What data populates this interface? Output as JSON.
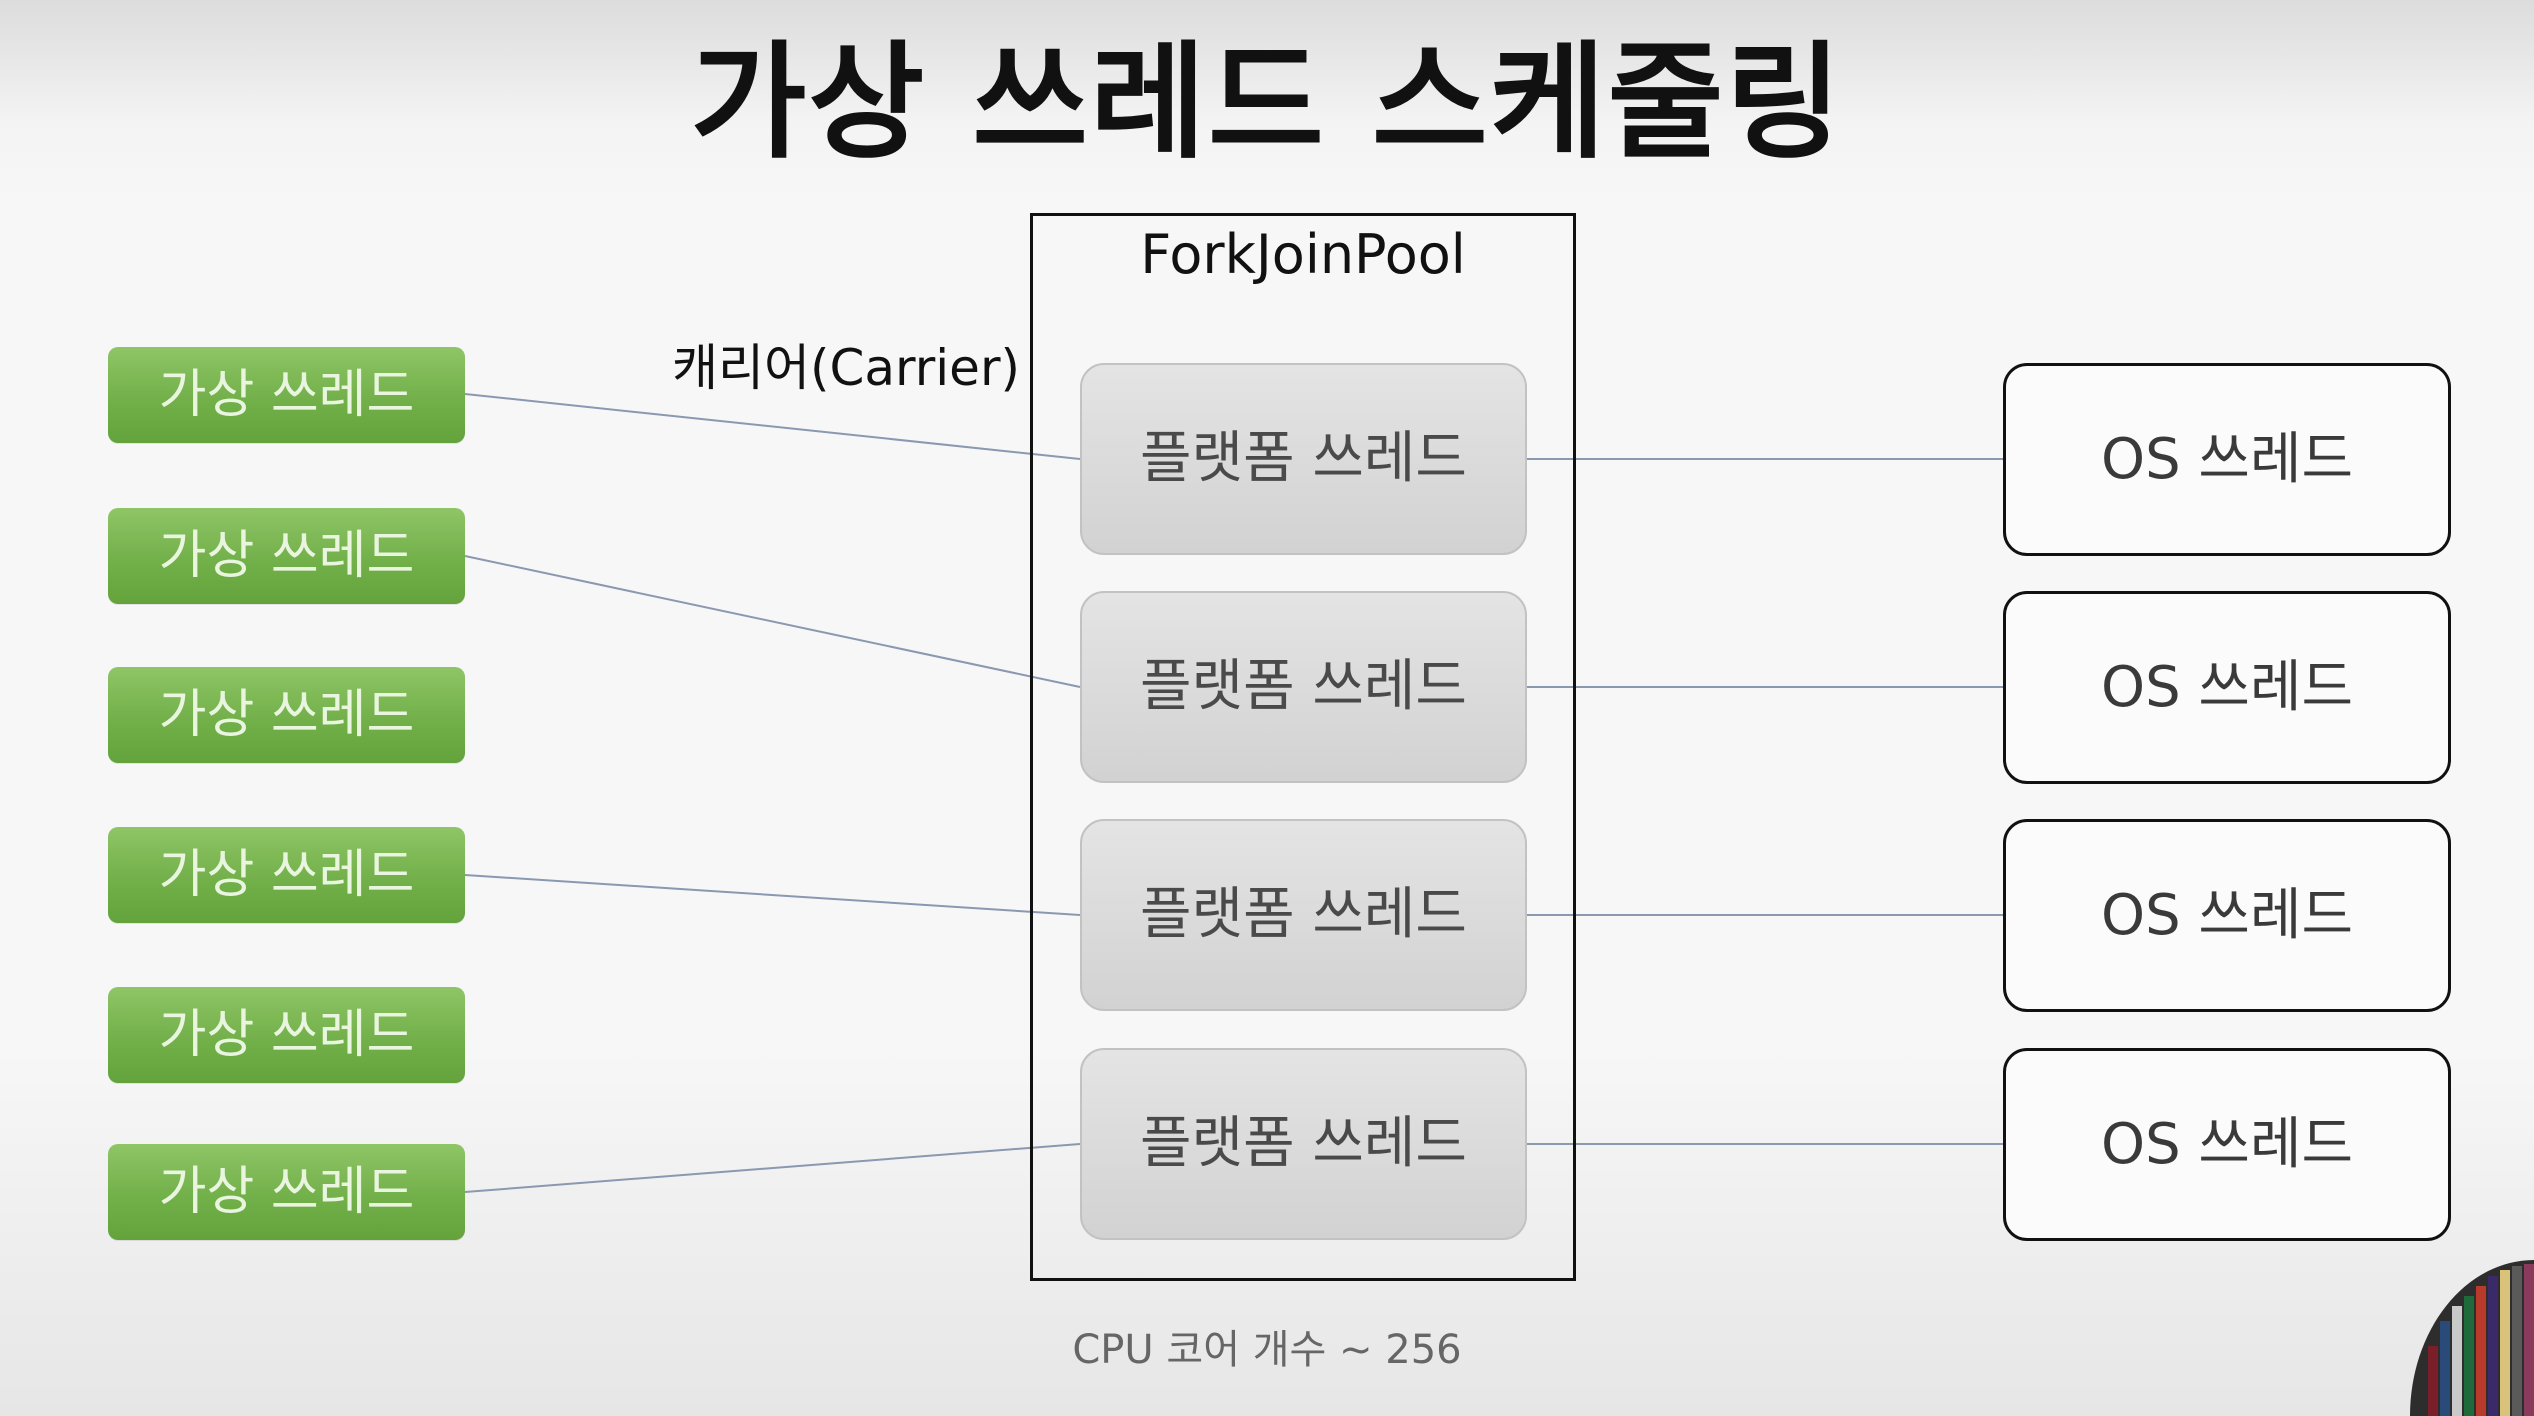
{
  "title": "가상 쓰레드 스케줄링",
  "fork_join_pool_label": "ForkJoinPool",
  "carrier_label": "캐리어(Carrier)",
  "virtual_threads": [
    "가상 쓰레드",
    "가상 쓰레드",
    "가상 쓰레드",
    "가상 쓰레드",
    "가상 쓰레드",
    "가상 쓰레드"
  ],
  "platform_threads": [
    "플랫폼 쓰레드",
    "플랫폼 쓰레드",
    "플랫폼 쓰레드",
    "플랫폼 쓰레드"
  ],
  "os_threads": [
    "OS 쓰레드",
    "OS 쓰레드",
    "OS 쓰레드",
    "OS 쓰레드"
  ],
  "footnote": "CPU 코어 개수 ~ 256",
  "mounted_pairs": [
    {
      "virtual_thread": 1,
      "platform_thread": 1
    },
    {
      "virtual_thread": 2,
      "platform_thread": 2
    },
    {
      "virtual_thread": 4,
      "platform_thread": 3
    },
    {
      "virtual_thread": 6,
      "platform_thread": 4
    }
  ],
  "colors": {
    "virtual_thread": "#72b04a",
    "platform_thread": "#d9d9d9",
    "os_thread_border": "#111111",
    "connector": "#8a98b0"
  }
}
